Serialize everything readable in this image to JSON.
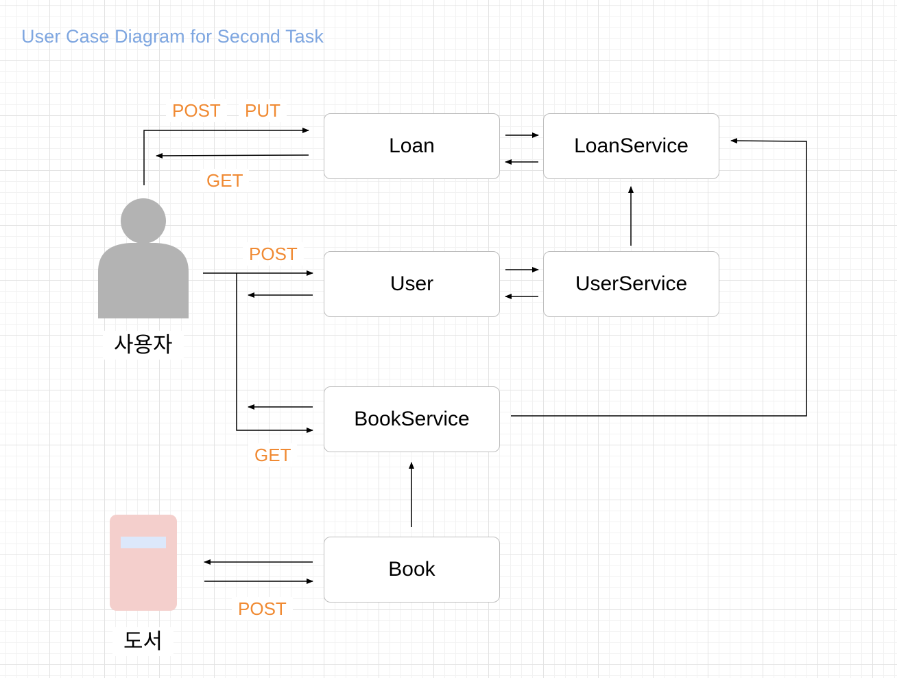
{
  "title": "User Case Diagram for Second Task",
  "actors": {
    "user": {
      "label": "사용자",
      "icon": "person-icon",
      "color": "#b3b3b3"
    },
    "book": {
      "label": "도서",
      "icon": "book-icon",
      "color": "#f4cfcc",
      "band_color": "#dce8fb"
    }
  },
  "nodes": {
    "loan": "Loan",
    "loan_service": "LoanService",
    "user": "User",
    "user_service": "UserService",
    "book_service": "BookService",
    "book": "Book"
  },
  "edge_labels": {
    "loan_post": "POST",
    "loan_put": "PUT",
    "loan_get": "GET",
    "user_post": "POST",
    "bookservice_get": "GET",
    "book_post": "POST"
  },
  "colors": {
    "title": "#7ea6e0",
    "edge_label": "#f08a33",
    "box_border": "#bdbdbd",
    "edge": "#000000"
  }
}
